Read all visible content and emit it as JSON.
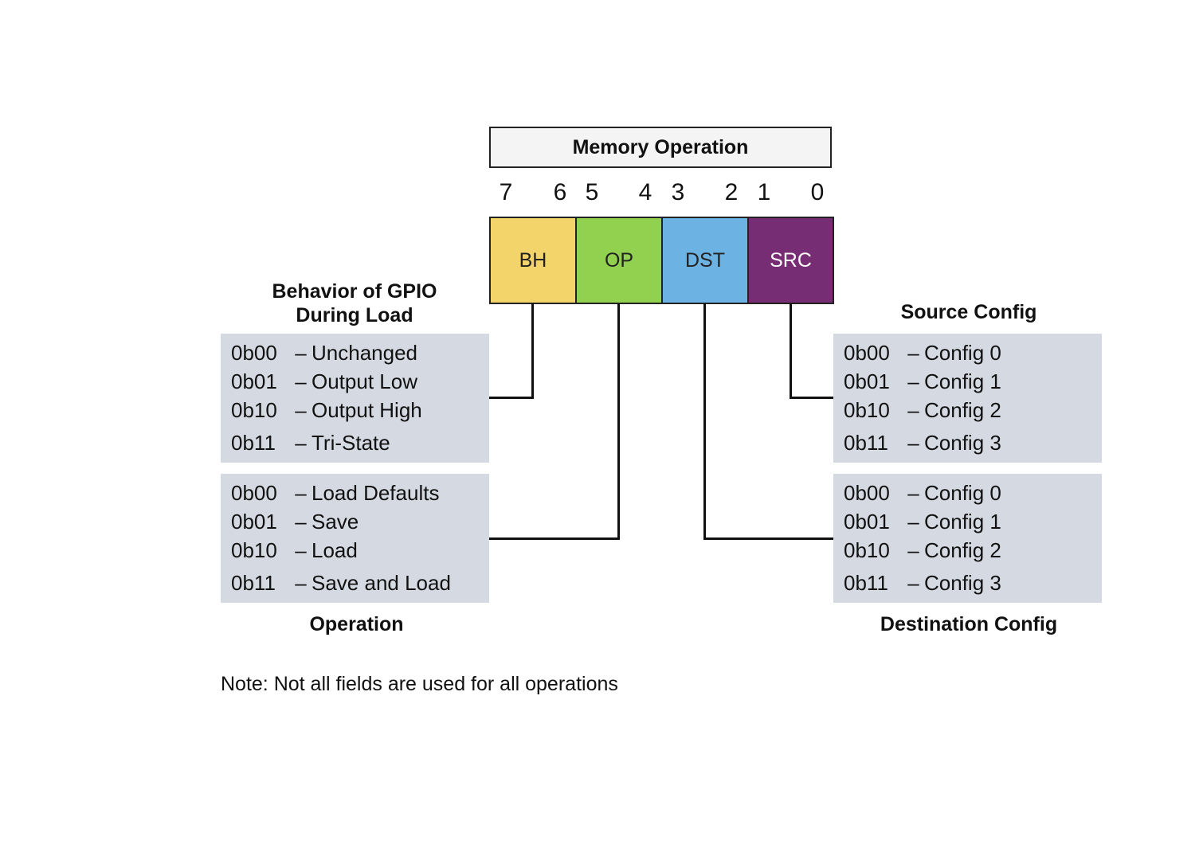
{
  "title": "Memory Operation",
  "bit_numbers": [
    "7",
    "6",
    "5",
    "4",
    "3",
    "2",
    "1",
    "0"
  ],
  "fields": [
    {
      "name": "BH",
      "color": "#f2d46a",
      "text_color": "#222222"
    },
    {
      "name": "OP",
      "color": "#92d050",
      "text_color": "#222222"
    },
    {
      "name": "DST",
      "color": "#6cb3e3",
      "text_color": "#222222"
    },
    {
      "name": "SRC",
      "color": "#772d73",
      "text_color": "#ffffff"
    }
  ],
  "panels": {
    "behavior": {
      "label_line1": "Behavior of GPIO",
      "label_line2": "During Load",
      "rows": [
        {
          "code": "0b00",
          "desc": "Unchanged"
        },
        {
          "code": "0b01",
          "desc": "Output Low"
        },
        {
          "code": "0b10",
          "desc": "Output High"
        },
        {
          "code": "0b11",
          "desc": "Tri-State"
        }
      ]
    },
    "operation": {
      "label": "Operation",
      "rows": [
        {
          "code": "0b00",
          "desc": "Load Defaults"
        },
        {
          "code": "0b01",
          "desc": "Save"
        },
        {
          "code": "0b10",
          "desc": "Load"
        },
        {
          "code": "0b11",
          "desc": "Save and Load"
        }
      ]
    },
    "source": {
      "label": "Source Config",
      "rows": [
        {
          "code": "0b00",
          "desc": "Config 0"
        },
        {
          "code": "0b01",
          "desc": "Config 1"
        },
        {
          "code": "0b10",
          "desc": "Config 2"
        },
        {
          "code": "0b11",
          "desc": "Config 3"
        }
      ]
    },
    "destination": {
      "label": "Destination Config",
      "rows": [
        {
          "code": "0b00",
          "desc": "Config 0"
        },
        {
          "code": "0b01",
          "desc": "Config 1"
        },
        {
          "code": "0b10",
          "desc": "Config 2"
        },
        {
          "code": "0b11",
          "desc": "Config 3"
        }
      ]
    }
  },
  "dash": "–",
  "note": "Note: Not all fields are used for all operations"
}
